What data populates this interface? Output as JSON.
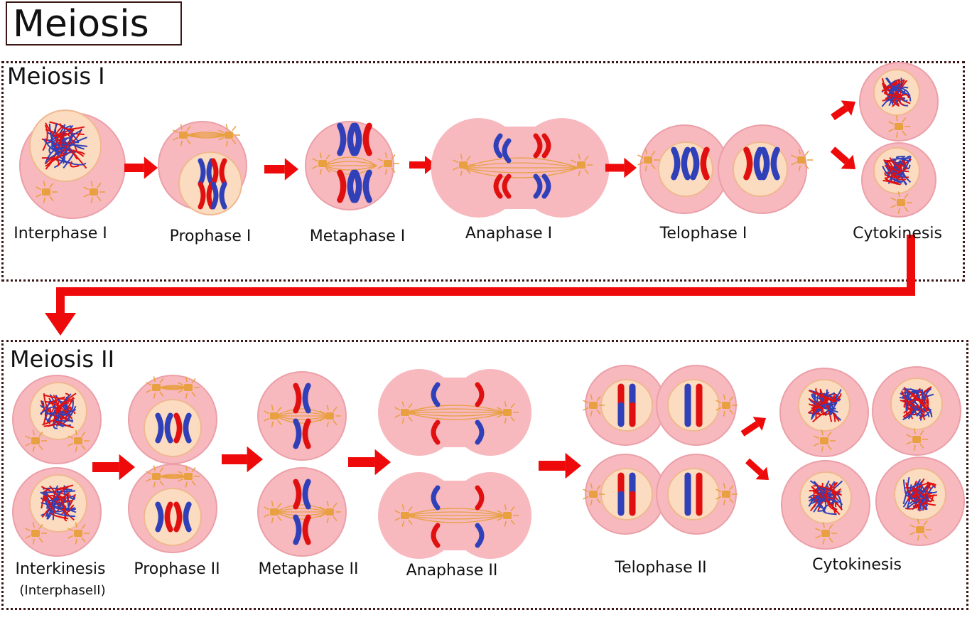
{
  "title": "Meiosis",
  "meiosis1": {
    "heading": "Meiosis I",
    "stages": [
      "Interphase I",
      "Prophase I",
      "Metaphase I",
      "Anaphase I",
      "Telophase  I",
      "Cytokinesis"
    ]
  },
  "meiosis2": {
    "heading": "Meiosis II",
    "stages": [
      "Interkinesis",
      "(InterphaseII)",
      "Prophase II",
      "Metaphase II",
      "Anaphase II",
      "Telophase II",
      "Cytokinesis"
    ]
  },
  "colors": {
    "cell": "#f7b8be",
    "cell_edge": "#eba0a8",
    "nucleus": "#fbdcc0",
    "nucleus_edge": "#f0b890",
    "red": "#e01010",
    "blue": "#3040b8",
    "spindle": "#e8a040",
    "arrow": "#ee0a0a"
  }
}
